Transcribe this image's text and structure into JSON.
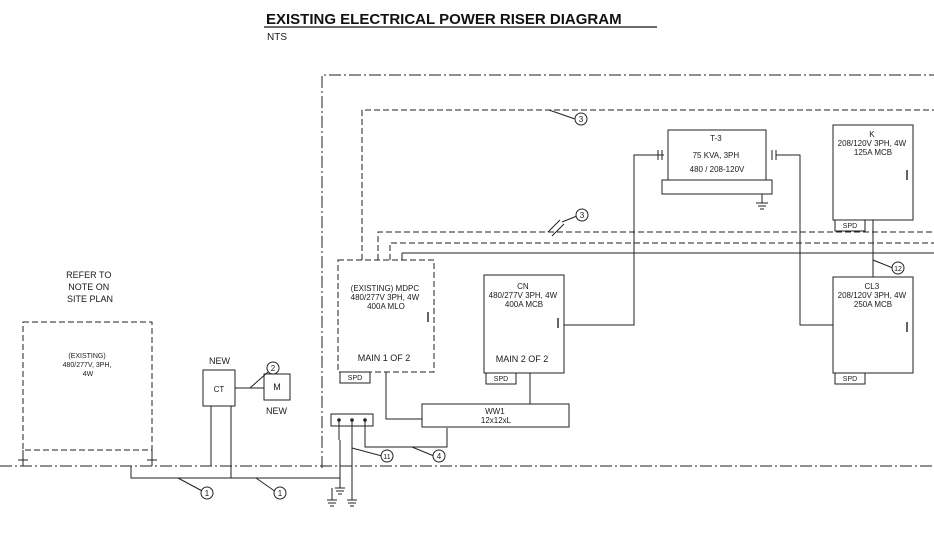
{
  "title": "EXISTING ELECTRICAL POWER RISER DIAGRAM",
  "scale": "NTS",
  "site_note": [
    "REFER TO",
    "NOTE ON",
    "SITE PLAN"
  ],
  "existing_service": [
    "(EXISTING)",
    "480/277V, 3PH,",
    "4W"
  ],
  "ct": {
    "label": "CT",
    "tag": "NEW"
  },
  "meter": {
    "label": "M",
    "tag": "NEW"
  },
  "mdpc": {
    "lines": [
      "(EXISTING) MDPC",
      "480/277V 3PH, 4W",
      "400A MLO"
    ],
    "main": "MAIN 1 OF 2",
    "spd": "SPD"
  },
  "cn": {
    "lines": [
      "CN",
      "480/277V 3PH, 4W",
      "400A MCB"
    ],
    "main": "MAIN 2 OF 2",
    "spd": "SPD"
  },
  "ww1": {
    "lines": [
      "WW1",
      "12x12xL"
    ]
  },
  "t3": {
    "lines": [
      "T-3",
      "75 KVA, 3PH",
      "480 / 208-120V"
    ]
  },
  "k": {
    "lines": [
      "K",
      "208/120V 3PH, 4W",
      "125A MCB"
    ],
    "spd": "SPD"
  },
  "cl3": {
    "lines": [
      "CL3",
      "208/120V 3PH, 4W",
      "250A MCB"
    ],
    "spd": "SPD"
  },
  "bubbles": {
    "b1a": "1",
    "b1b": "1",
    "b2": "2",
    "b3a": "3",
    "b3b": "3",
    "b4": "4",
    "b11": "11",
    "b12": "12"
  }
}
